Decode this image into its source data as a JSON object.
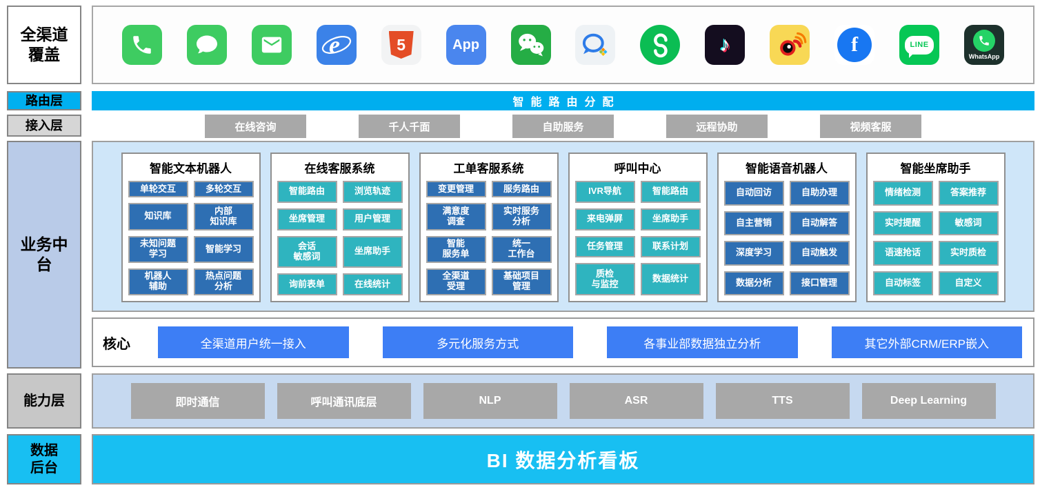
{
  "colors": {
    "routing_cyan": "#00aeef",
    "data_cyan": "#18bff2",
    "module_blue": "#2e6fb3",
    "module_teal": "#2fb4bf",
    "core_blue": "#3d7ef5",
    "gray_button": "#a8a8a8",
    "business_label_bg": "#b9cbe8",
    "business_panel_bg": "#cfe6f9",
    "capability_bg": "#c6d9f0"
  },
  "sidebar": {
    "channel_label": "全渠道\n覆盖",
    "routing_label": "路由层",
    "access_label": "接入层",
    "business_label": "业务中\n台",
    "capability_label": "能力层",
    "data_label": "数据\n后台"
  },
  "channels": [
    {
      "name": "phone-icon"
    },
    {
      "name": "sms-icon"
    },
    {
      "name": "email-icon"
    },
    {
      "name": "ie-browser-icon",
      "label": "e"
    },
    {
      "name": "html5-icon",
      "label": "5"
    },
    {
      "name": "app-icon",
      "label": "App"
    },
    {
      "name": "wechat-icon"
    },
    {
      "name": "wecom-icon"
    },
    {
      "name": "mini-program-icon"
    },
    {
      "name": "douyin-icon",
      "label": "♪"
    },
    {
      "name": "weibo-icon"
    },
    {
      "name": "facebook-icon",
      "label": "f"
    },
    {
      "name": "line-icon",
      "label": "LINE"
    },
    {
      "name": "whatsapp-icon",
      "label": "WhatsApp"
    }
  ],
  "routing": {
    "bar_text": "智能路由分配"
  },
  "access": {
    "buttons": [
      "在线咨询",
      "千人千面",
      "自助服务",
      "远程协助",
      "视频客服"
    ]
  },
  "business": {
    "modules": [
      {
        "title": "智能文本机器人",
        "items": [
          "单轮交互",
          "多轮交互",
          "知识库",
          "内部\n知识库",
          "未知问题\n学习",
          "智能学习",
          "机器人\n辅助",
          "热点问题\n分析"
        ]
      },
      {
        "title": "在线客服系统",
        "items": [
          "智能路由",
          "浏览轨迹",
          "坐席管理",
          "用户管理",
          "会话\n敏感词",
          "坐席助手",
          "询前表单",
          "在线统计"
        ]
      },
      {
        "title": "工单客服系统",
        "items": [
          "变更管理",
          "服务路由",
          "满意度\n调查",
          "实时服务\n分析",
          "智能\n服务单",
          "统一\n工作台",
          "全渠道\n受理",
          "基础项目\n管理"
        ]
      },
      {
        "title": "呼叫中心",
        "items": [
          "IVR导航",
          "智能路由",
          "来电弹屏",
          "坐席助手",
          "任务管理",
          "联系计划",
          "质检\n与监控",
          "数据统计"
        ]
      },
      {
        "title": "智能语音机器人",
        "items": [
          "自动回访",
          "自助办理",
          "自主营销",
          "自动解答",
          "深度学习",
          "自动触发",
          "数据分析",
          "接口管理"
        ]
      },
      {
        "title": "智能坐席助手",
        "items": [
          "情绪检测",
          "答案推荐",
          "实时提醒",
          "敏感词",
          "语速抢话",
          "实时质检",
          "自动标签",
          "自定义"
        ]
      }
    ]
  },
  "core": {
    "label": "核心",
    "buttons": [
      "全渠道用户统一接入",
      "多元化服务方式",
      "各事业部数据独立分析",
      "其它外部CRM/ERP嵌入"
    ]
  },
  "capability": {
    "buttons": [
      "即时通信",
      "呼叫通讯底层",
      "NLP",
      "ASR",
      "TTS",
      "Deep Learning"
    ]
  },
  "data_backend": {
    "bar_text": "BI 数据分析看板"
  }
}
